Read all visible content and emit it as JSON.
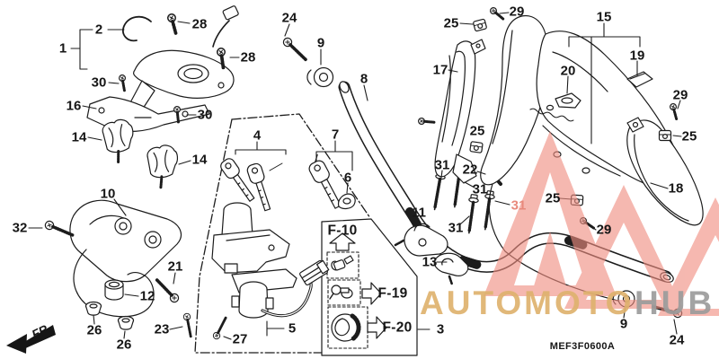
{
  "diagram": {
    "code": "MEF3F0600A",
    "direction_label": "FR.",
    "watermark": {
      "text_primary": "AUTOMOTO",
      "text_secondary": "HUB",
      "color_primary": "#dfb26e",
      "color_secondary": "#9c9c9c",
      "triangle_color": "#f08d80"
    },
    "ref_codes": [
      {
        "label": "F-10"
      },
      {
        "label": "F-19"
      },
      {
        "label": "F-20"
      }
    ],
    "callouts": [
      {
        "text": "2"
      },
      {
        "text": "28"
      },
      {
        "text": "1"
      },
      {
        "text": "28"
      },
      {
        "text": "30"
      },
      {
        "text": "16"
      },
      {
        "text": "30"
      },
      {
        "text": "14"
      },
      {
        "text": "14"
      },
      {
        "text": "10"
      },
      {
        "text": "32"
      },
      {
        "text": "21"
      },
      {
        "text": "12"
      },
      {
        "text": "26"
      },
      {
        "text": "26"
      },
      {
        "text": "23"
      },
      {
        "text": "27"
      },
      {
        "text": "5"
      },
      {
        "text": "4"
      },
      {
        "text": "7"
      },
      {
        "text": "6"
      },
      {
        "text": "24"
      },
      {
        "text": "9"
      },
      {
        "text": "8"
      },
      {
        "text": "3"
      },
      {
        "text": "29"
      },
      {
        "text": "25"
      },
      {
        "text": "25"
      },
      {
        "text": "17"
      },
      {
        "text": "15"
      },
      {
        "text": "19"
      },
      {
        "text": "20"
      },
      {
        "text": "29"
      },
      {
        "text": "25"
      },
      {
        "text": "18"
      },
      {
        "text": "29"
      },
      {
        "text": "25"
      },
      {
        "text": "22"
      },
      {
        "text": "31"
      },
      {
        "text": "31"
      },
      {
        "text": "31"
      },
      {
        "text": "31"
      },
      {
        "text": "11"
      },
      {
        "text": "13"
      },
      {
        "text": "9"
      },
      {
        "text": "24"
      }
    ]
  }
}
